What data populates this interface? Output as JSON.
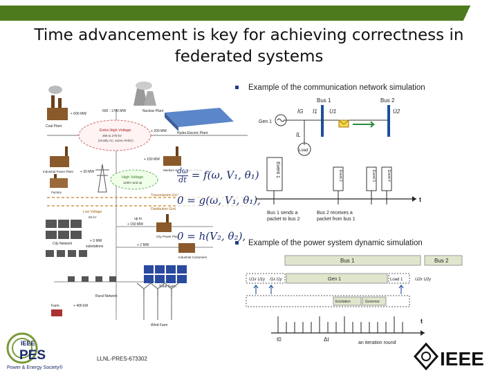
{
  "slide": {
    "title_line1": "Time advancement is key for achieving correctness in",
    "title_line2": "federated systems",
    "footer_code": "LLNL-PRES-673302"
  },
  "bullets": [
    {
      "text": "Example of the communication network simulation"
    },
    {
      "text": "Example of the power system dynamic simulation"
    }
  ],
  "grid_map": {
    "labels": {
      "coal": "Coal Plant",
      "coal_mw": "+ 600 MW",
      "nuclear_mw": "600 - 1700 MW",
      "nuclear": "Nuclear Plant",
      "hydro_mw": "+ 200 MW",
      "hydro": "Hydro-Electric Plant",
      "ehv": "Extra High Voltage",
      "ehv_range": "265 to 275 kV",
      "ehv_note": "(mostly AC, some HVDC)",
      "industrial_plant": "Industrial Power Plant",
      "industrial_mw": "+ 30 MW",
      "factory": "Factory",
      "hv": "High Voltage",
      "hv_range": "110kV and up",
      "medium_plant": "Medium Sized Power Plants",
      "medium_mw": "+ 150 MW",
      "transmission": "Transmission Grid",
      "distribution": "Distribution Grid",
      "low_voltage": "Low Voltage",
      "low_voltage_range": "50 kV",
      "upto_mw": "up to",
      "upto_mw2": "+ 150 MW",
      "city_network": "City Network",
      "substations_mw": "+ 3 MW",
      "substations": "substations",
      "city_plant": "City Power Plant",
      "industrial_customers_mw": "+ 2 MW",
      "industrial_customers": "Industrial Customers",
      "solar": "Solar Farm",
      "rural": "Rural Network",
      "farm": "Farm",
      "farm_mw": "+ 400 kW",
      "wind": "Wind Farm"
    }
  },
  "equations": {
    "eq1_lhs_num": "dω",
    "eq1_lhs_den": "dt",
    "eq1_rhs": "= f(ω, V₁, θ₁)",
    "eq2": "0 = g(ω, V₁, θ₁),",
    "eq3": "0 = h(V₂, θ₂),"
  },
  "comm_net": {
    "bus1": "Bus 1",
    "bus2": "Bus 2",
    "gen1": "Gen 1",
    "load": "Load",
    "ig": "İG",
    "i1": "İ1",
    "u1": "U̇1",
    "u2": "U̇2",
    "il": "İL",
    "event1": "Event 1",
    "event2": "Event 2",
    "event3": "Event 3",
    "event4": "Event 4",
    "t_label": "t",
    "caption_left_1": "Bus 1 sends a",
    "caption_left_2": "packet to bus 2",
    "caption_right_1": "Bus 2 receives a",
    "caption_right_2": "packet from bus 1"
  },
  "power_sim": {
    "bus1": "Bus 1",
    "bus2": "Bus 2",
    "gen1": "Gen 1",
    "load1": "Load 1",
    "excitation": "Excitation",
    "governor": "Governor",
    "u_vars": "U1x  U1y",
    "i_vars": "I1x  I1y",
    "u2_vars": "U2x  U2y",
    "t_label": "t",
    "t0_label": "t0",
    "dt_label": "Δt",
    "round_label": "an iteration round"
  },
  "logos": {
    "pes_line1": "IEEE",
    "pes_line2": "PES",
    "pes_tagline": "Power & Energy Society®",
    "ieee": "IEEE"
  }
}
